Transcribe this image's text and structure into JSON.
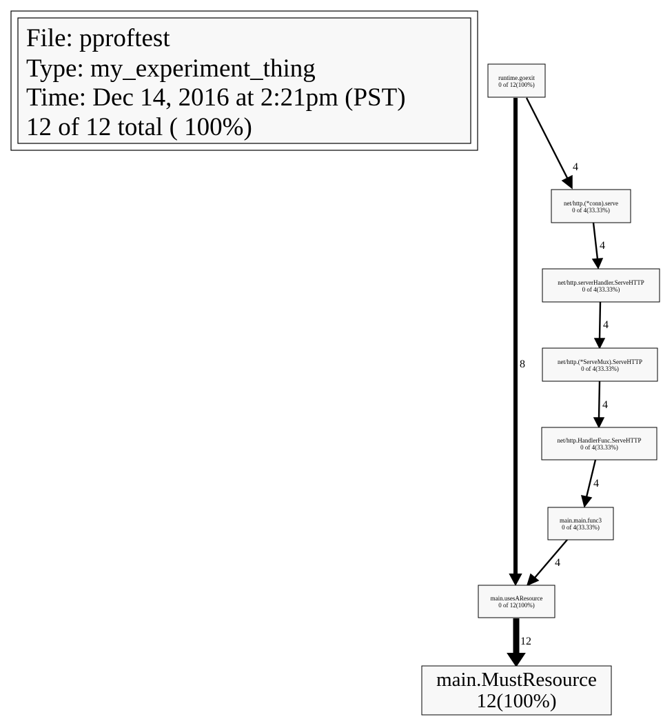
{
  "legend": {
    "file": "File: pproftest",
    "type": "Type: my_experiment_thing",
    "time": "Time: Dec 14, 2016 at 2:21pm (PST)",
    "total": "12 of 12 total (  100%)"
  },
  "nodes": [
    {
      "id": "goexit",
      "name": "runtime.goexit",
      "value": "0 of 12(100%)"
    },
    {
      "id": "conn-serve",
      "name": "net/http.(*conn).serve",
      "value": "0 of 4(33.33%)"
    },
    {
      "id": "serverhandler",
      "name": "net/http.serverHandler.ServeHTTP",
      "value": "0 of 4(33.33%)"
    },
    {
      "id": "servemux",
      "name": "net/http.(*ServeMux).ServeHTTP",
      "value": "0 of 4(33.33%)"
    },
    {
      "id": "handlerfunc",
      "name": "net/http.HandlerFunc.ServeHTTP",
      "value": "0 of 4(33.33%)"
    },
    {
      "id": "func3",
      "name": "main.main.func3",
      "value": "0 of 4(33.33%)"
    },
    {
      "id": "usesaresource",
      "name": "main.usesAResource",
      "value": "0 of 12(100%)"
    },
    {
      "id": "mustresource",
      "name": "main.MustResource",
      "value": "12(100%)"
    }
  ],
  "edges": [
    {
      "from": "goexit",
      "to": "usesaresource",
      "label": "8"
    },
    {
      "from": "goexit",
      "to": "conn-serve",
      "label": "4"
    },
    {
      "from": "conn-serve",
      "to": "serverhandler",
      "label": "4"
    },
    {
      "from": "serverhandler",
      "to": "servemux",
      "label": "4"
    },
    {
      "from": "servemux",
      "to": "handlerfunc",
      "label": "4"
    },
    {
      "from": "handlerfunc",
      "to": "func3",
      "label": "4"
    },
    {
      "from": "func3",
      "to": "usesaresource",
      "label": "4"
    },
    {
      "from": "usesaresource",
      "to": "mustresource",
      "label": "12"
    }
  ]
}
